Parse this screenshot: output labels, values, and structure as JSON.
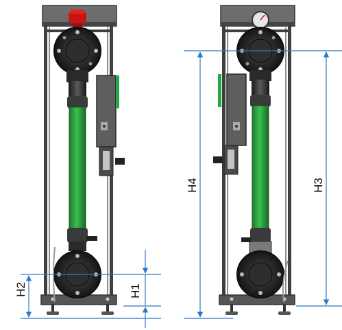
{
  "colors": {
    "frame": "#3f3f3f",
    "frame_light": "#8a8a8a",
    "pipe_green": "#2f9e3e",
    "pipe_dark": "#2a2a2a",
    "flange": "#1e1e1e",
    "valve_red": "#c81414",
    "dimension": "#2b78c6",
    "panel_green": "#27a844"
  },
  "icons": {
    "valve_handle": "red-valve-handle-icon",
    "gauge": "pressure-gauge-icon"
  },
  "dimensions": {
    "h1": "H1",
    "h2": "H2",
    "h3": "H3",
    "h4": "H4"
  }
}
